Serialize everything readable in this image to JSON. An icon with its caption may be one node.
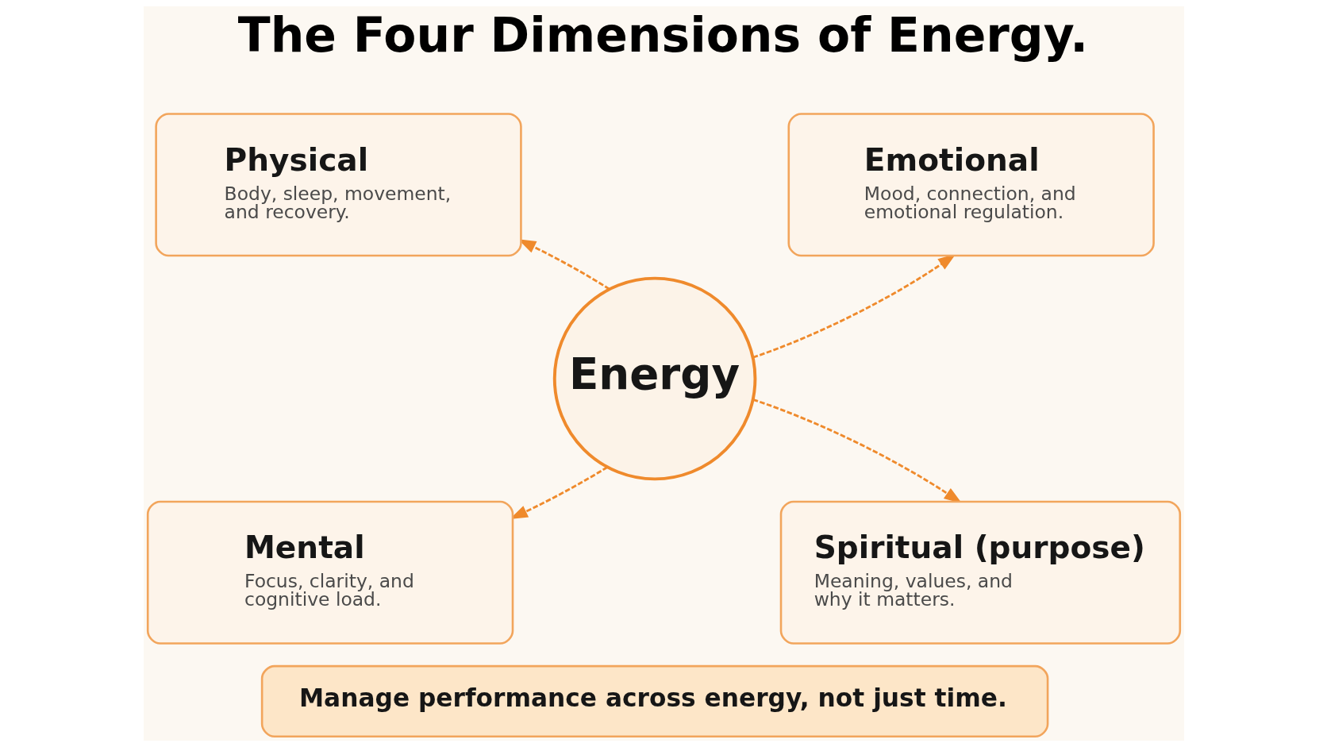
{
  "diagram": {
    "title": "The Four Dimensions of Energy.",
    "nodes": [
      {
        "text": [
          "Energy"
        ]
      },
      {
        "text": [
          "Physical",
          "Body, sleep, movement, and recovery."
        ]
      },
      {
        "text": [
          "Emotional",
          "Mood, connection, and emotional regulation."
        ]
      },
      {
        "text": [
          "Mental",
          "Focus, clarity, and cognitive load."
        ]
      },
      {
        "text": [
          "Spiritual (purpose)",
          "Meaning, values, and why it matters."
        ]
      },
      {
        "text": [
          "Manage performance across energy, not just time."
        ]
      }
    ],
    "edges": [
      {
        "from": 0,
        "to": 1,
        "arrow": "to",
        "style": "dashed"
      },
      {
        "from": 0,
        "to": 2,
        "arrow": "to",
        "style": "dashed"
      },
      {
        "from": 0,
        "to": 3,
        "arrow": "to",
        "style": "dashed"
      },
      {
        "from": 0,
        "to": 4,
        "arrow": "to",
        "style": "dashed"
      }
    ]
  }
}
